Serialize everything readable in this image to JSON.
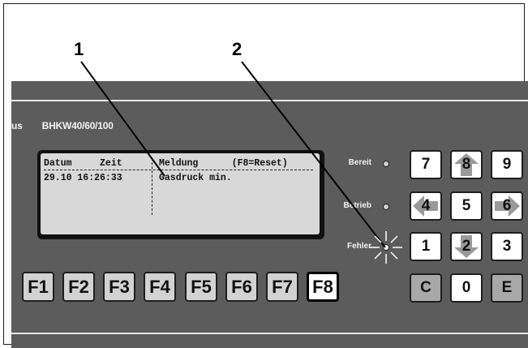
{
  "callouts": {
    "one": "1",
    "two": "2"
  },
  "brand": {
    "prefix": "us",
    "model": "BHKW40/60/100"
  },
  "display": {
    "header_left": "Datum     Zeit",
    "header_right": "Meldung      (F8=Reset)",
    "row_date": "29.10 16:26:33",
    "row_message": "Gasdruck min."
  },
  "fkeys": [
    "F1",
    "F2",
    "F3",
    "F4",
    "F5",
    "F6",
    "F7",
    "F8"
  ],
  "active_fkey": "F8",
  "leds": {
    "bereit": "Bereit",
    "betrieb": "Betrieb",
    "fehler": "Fehler"
  },
  "keypad": {
    "row1": [
      "7",
      "8",
      "9"
    ],
    "row2": [
      "4",
      "5",
      "6"
    ],
    "row3": [
      "1",
      "2",
      "3"
    ],
    "row4": [
      "C",
      "0",
      "E"
    ]
  },
  "colors": {
    "panel": "#5c5c5c",
    "lcd": "#d8d8d8",
    "key_gray": "#a8a8a8"
  }
}
